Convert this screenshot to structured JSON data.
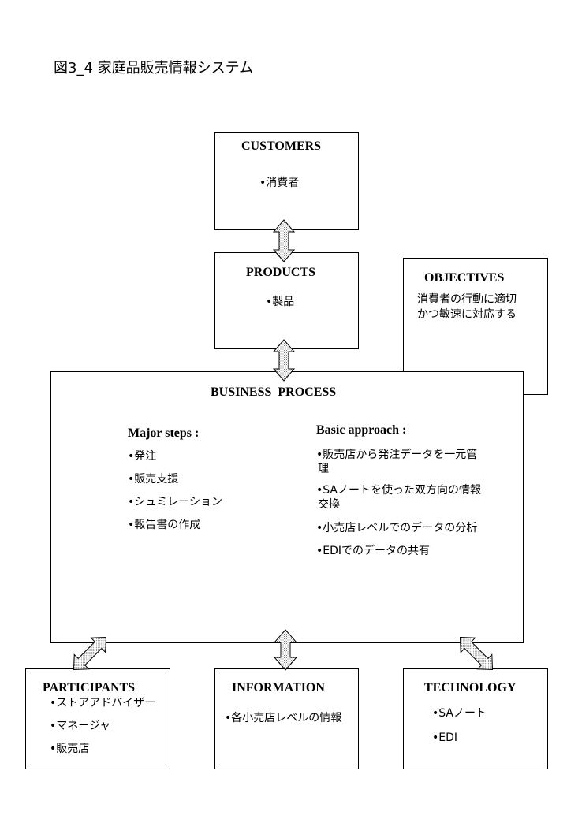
{
  "figure_title": "図3_4 家庭品販売情報システム",
  "customers": {
    "title": "CUSTOMERS",
    "items": [
      "•消費者"
    ]
  },
  "products": {
    "title": "PRODUCTS",
    "items": [
      "•製品"
    ]
  },
  "objectives": {
    "title": "OBJECTIVES",
    "lines": [
      "消費者の行動に適切",
      "かつ敏速に対応する"
    ]
  },
  "business_process": {
    "title": "BUSINESS  PROCESS",
    "major_steps": {
      "heading": "Major steps :",
      "items": [
        "•発注",
        "•販売支援",
        "•シュミレーション",
        "•報告書の作成"
      ]
    },
    "basic_approach": {
      "heading": "Basic approach :",
      "items": [
        [
          "•販売店から発注データを一元管",
          "理"
        ],
        [
          "•SAノートを使った双方向の情報",
          "交換"
        ],
        [
          "•小売店レベルでのデータの分析"
        ],
        [
          "•EDIでのデータの共有"
        ]
      ]
    }
  },
  "participants": {
    "title": "PARTICIPANTS",
    "items": [
      "•ストアアドバイザー",
      "•マネージャ",
      "•販売店"
    ]
  },
  "information": {
    "title": "INFORMATION",
    "items": [
      "•各小売店レベルの情報"
    ]
  },
  "technology": {
    "title": "TECHNOLOGY",
    "items": [
      "•SAノート",
      "•EDI"
    ]
  }
}
